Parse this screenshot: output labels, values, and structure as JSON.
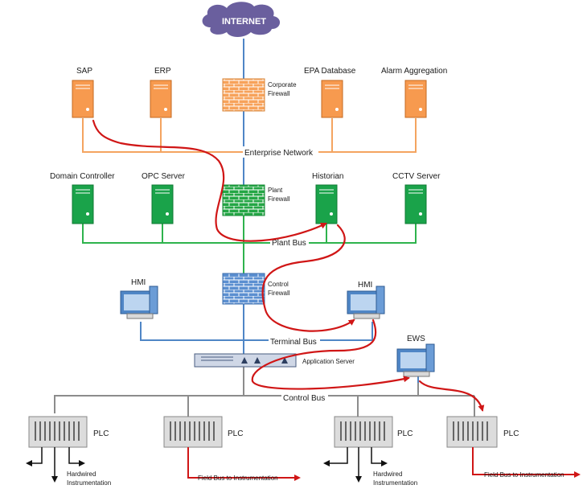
{
  "colors": {
    "internet_cloud": "#6a5f9e",
    "enterprise": "#f4a460",
    "server_orange": "#f79a4f",
    "server_green": "#1aa34a",
    "plant": "#2eb34d",
    "terminal": "#4f86c6",
    "control": "#8c8c8c",
    "attack_path": "#d01616",
    "firewall_orange": "#f7a25a",
    "firewall_green": "#24a645",
    "firewall_blue": "#5b8fd0"
  },
  "cloud": {
    "label": "INTERNET"
  },
  "enterprise": {
    "servers": [
      {
        "name": "sap",
        "label": "SAP"
      },
      {
        "name": "erp",
        "label": "ERP"
      },
      {
        "name": "epa",
        "label": "EPA Database"
      },
      {
        "name": "alarm",
        "label": "Alarm Aggregation"
      }
    ],
    "bus_label": "Enterprise Network"
  },
  "firewalls": {
    "corporate": [
      "Corporate",
      "Firewall"
    ],
    "plant": [
      "Plant",
      "Firewall"
    ],
    "control": [
      "Control",
      "Firewall"
    ]
  },
  "plant": {
    "servers": [
      {
        "name": "domain-controller",
        "label": "Domain Controller"
      },
      {
        "name": "opc-server",
        "label": "OPC Server"
      },
      {
        "name": "historian",
        "label": "Historian"
      },
      {
        "name": "cctv-server",
        "label": "CCTV Server"
      }
    ],
    "bus_label": "Plant Bus"
  },
  "terminal": {
    "hmi_left": "HMI",
    "hmi_right": "HMI",
    "bus_label": "Terminal Bus",
    "app_server": "Application Server",
    "ews": "EWS"
  },
  "control": {
    "bus_label": "Control Bus",
    "plcs": [
      "PLC",
      "PLC",
      "PLC",
      "PLC"
    ],
    "hardwired": [
      "Hardwired",
      "Instrumentation"
    ],
    "fieldbus": "Field Bus to Instrumentation"
  }
}
